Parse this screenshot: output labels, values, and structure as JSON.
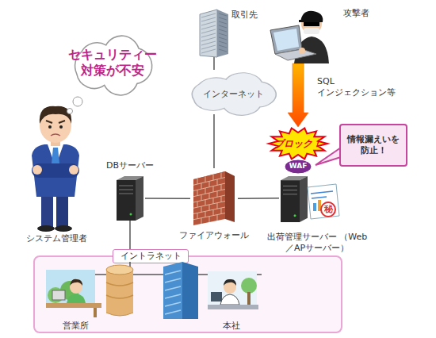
{
  "diagram": {
    "nodes": [
      {
        "text": [
          "取引先"
        ]
      },
      {
        "text": [
          "攻撃者"
        ]
      },
      {
        "text": [
          "セキュリティー 対策が不安"
        ]
      },
      {
        "text": [
          "インターネット"
        ]
      },
      {
        "text": [
          "ブロック！"
        ]
      },
      {
        "text": [
          "WAF"
        ]
      },
      {
        "text": [
          "情報漏えいを 防止！"
        ]
      },
      {
        "text": [
          "DBサーバー"
        ]
      },
      {
        "text": [
          "ファイアウォール"
        ]
      },
      {
        "text": [
          "出荷管理サーバー （Web／APサーバー）"
        ]
      },
      {
        "text": [
          "イントラネット"
        ]
      }
    ],
    "edges": [
      {
        "from": 0,
        "to": 3,
        "arrow": "none"
      },
      {
        "from": 1,
        "to": 4,
        "label": "SQL インジェクション等",
        "arrow": "to"
      },
      {
        "from": 3,
        "to": 8,
        "arrow": "none"
      },
      {
        "from": 8,
        "to": 7,
        "arrow": "none"
      },
      {
        "from": 8,
        "to": 9,
        "arrow": "none"
      },
      {
        "from": 7,
        "to": 10,
        "arrow": "none"
      }
    ],
    "labels": [
      "システム管理者",
      "秘",
      "営業所",
      "本社"
    ]
  }
}
